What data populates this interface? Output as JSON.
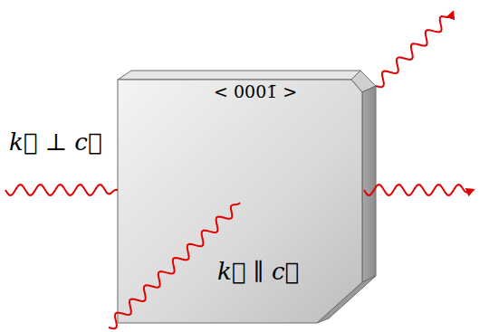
{
  "diagram": {
    "labels": [
      "k⃗ ⊥ c⃗",
      "< 0001̄ >",
      "k⃗ ∥ c⃗"
    ]
  }
}
